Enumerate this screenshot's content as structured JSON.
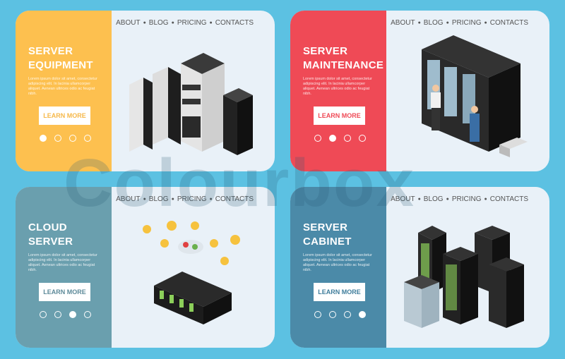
{
  "nav": [
    "ABOUT",
    "BLOG",
    "PRICING",
    "CONTACTS"
  ],
  "lorem": "Lorem ipsum dolor sit amet, consectetur adipiscing elit. In lacinia ullamcorper aliquet. Aenean ultrices odio ac feugiat nibh.",
  "cards": [
    {
      "title1": "SERVER",
      "title2": "EQUIPMENT",
      "button": "LEARN MORE",
      "active_dot": 1,
      "color": "#fdc04f",
      "btn_color": "#f6b84a"
    },
    {
      "title1": "SERVER",
      "title2": "MAINTENANCE",
      "button": "LEARN MORE",
      "active_dot": 2,
      "color": "#ef4a56",
      "btn_color": "#ef4a56"
    },
    {
      "title1": "CLOUD",
      "title2": "SERVER",
      "button": "LEARN MORE",
      "active_dot": 3,
      "color": "#6a9fae",
      "btn_color": "#5d8a99"
    },
    {
      "title1": "SERVER",
      "title2": "CABINET",
      "button": "LEARN MORE",
      "active_dot": 4,
      "color": "#4b8aa8",
      "btn_color": "#3f7d9b"
    }
  ],
  "watermark": "Colourbox"
}
